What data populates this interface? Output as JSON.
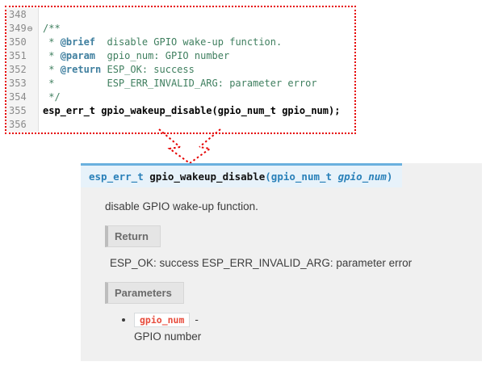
{
  "editor": {
    "lines": [
      {
        "num": "348"
      },
      {
        "num": "349",
        "fold": "⊖",
        "comment": "/**"
      },
      {
        "num": "350",
        "pre": " * ",
        "tag": "@brief",
        "comment": "  disable GPIO wake-up function."
      },
      {
        "num": "351",
        "pre": " * ",
        "tag": "@param",
        "comment": "  gpio_num: GPIO number"
      },
      {
        "num": "352",
        "pre": " * ",
        "tag": "@return",
        "comment": " ESP_OK: success"
      },
      {
        "num": "353",
        "comment": " *         ESP_ERR_INVALID_ARG: parameter error"
      },
      {
        "num": "354",
        "comment": " */"
      },
      {
        "num": "355",
        "code": "esp_err_t gpio_wakeup_disable(gpio_num_t gpio_num);"
      },
      {
        "num": "356"
      }
    ]
  },
  "arrow": {
    "name": "dotted-arrow-down"
  },
  "docs": {
    "signature": {
      "return_type": "esp_err_t ",
      "name": "gpio_wakeup_disable",
      "open_paren": "(",
      "param_type": "gpio_num_t ",
      "param_name": "gpio_num",
      "close_paren": ")"
    },
    "description": "disable GPIO wake-up function.",
    "return_section": {
      "label": "Return",
      "value": "ESP_OK: success ESP_ERR_INVALID_ARG: parameter error"
    },
    "parameters_section": {
      "label": "Parameters",
      "items": [
        {
          "name": "gpio_num",
          "dash": "-",
          "description": "GPIO number"
        }
      ]
    }
  },
  "colors": {
    "dotted_border_red": "#e60000",
    "comment_green": "#3f7f5f",
    "doc_tag_teal": "#3f7f9f",
    "signature_bg": "#e7f2fa",
    "signature_border_blue": "#6ab0de",
    "accent_blue": "#2980b9",
    "code_literal_red": "#e74c3c",
    "panel_gray": "#f0f0f0"
  }
}
